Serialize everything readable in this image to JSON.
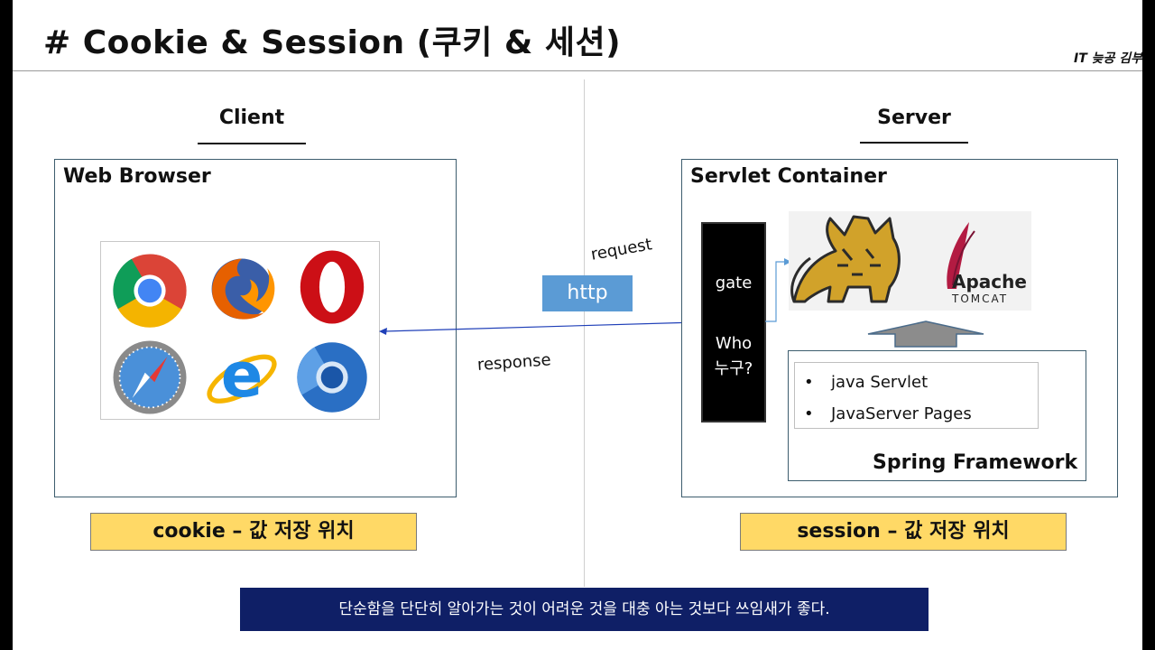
{
  "slide": {
    "title": "# Cookie & Session (쿠키 & 세션)",
    "author": "IT 늦공 김부"
  },
  "client": {
    "heading": "Client",
    "panel_title": "Web Browser",
    "browsers": [
      "chrome-icon",
      "firefox-icon",
      "opera-icon",
      "safari-icon",
      "internet-explorer-icon",
      "chromium-icon"
    ],
    "storage_label": "cookie – 값 저장 위치"
  },
  "server": {
    "heading": "Server",
    "panel_title": "Servlet Container",
    "gate_label": "gate",
    "who_label": "Who",
    "who_korean": "누구?",
    "tomcat_brand": "Apache",
    "tomcat_sub": "TOMCAT",
    "spring": {
      "items": [
        "java Servlet",
        "JavaServer Pages"
      ],
      "label": "Spring Framework"
    },
    "storage_label": "session – 값 저장 위치"
  },
  "connection": {
    "protocol": "http",
    "request_label": "request",
    "response_label": "response"
  },
  "quote": "단순함을 단단히 알아가는 것이 어려운 것을 대충 아는 것보다 쓰임새가 좋다.",
  "colors": {
    "http_box": "#5b9bd5",
    "yellow": "#ffd966",
    "quote_bg": "#0f1f66",
    "panel_border": "#3d5d6e"
  }
}
